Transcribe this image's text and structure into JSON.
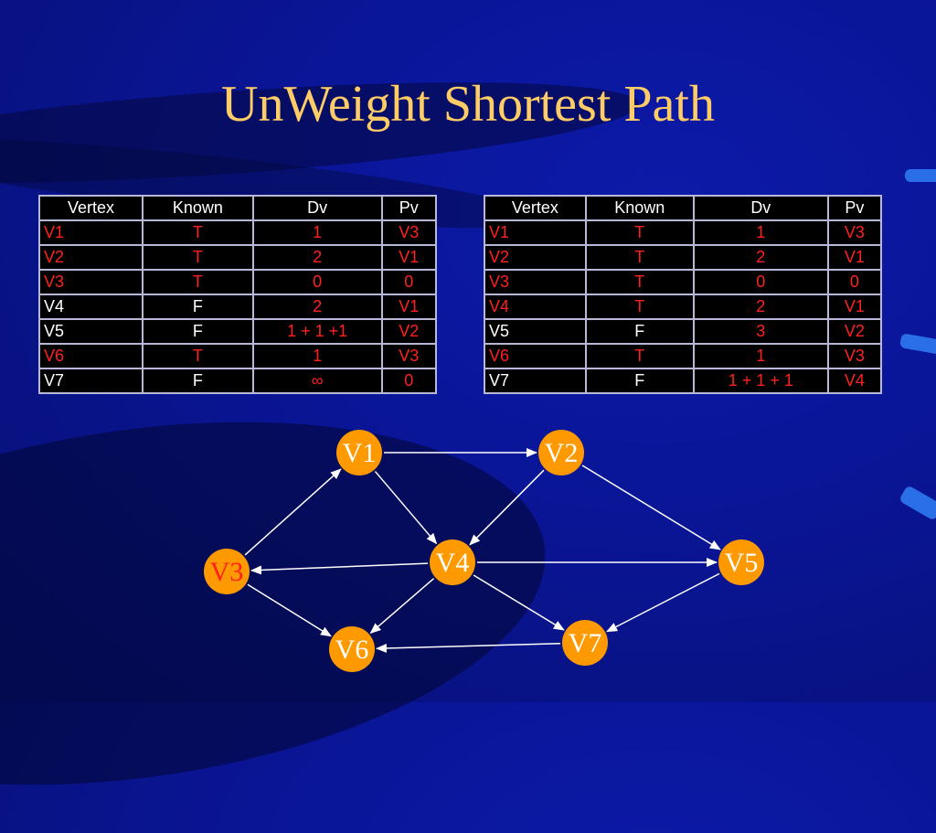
{
  "title": "UnWeight Shortest Path",
  "colors": {
    "title": "#ffcc66",
    "node_fill": "#ff9900",
    "node_text_normal": "#ffffff",
    "node_text_source": "#ff2020",
    "known_red": "#ff2020",
    "unknown_white": "#ffffff"
  },
  "table_left": {
    "headers": [
      "Vertex",
      "Known",
      "Dv",
      "Pv"
    ],
    "rows": [
      {
        "vertex": "V1",
        "known": "T",
        "dv": "1",
        "pv": "V3",
        "vertex_white": false
      },
      {
        "vertex": "V2",
        "known": "T",
        "dv": "2",
        "pv": "V1",
        "vertex_white": false
      },
      {
        "vertex": "V3",
        "known": "T",
        "dv": "0",
        "pv": "0",
        "vertex_white": false
      },
      {
        "vertex": "V4",
        "known": "F",
        "dv": "2",
        "pv": "V1",
        "vertex_white": true
      },
      {
        "vertex": "V5",
        "known": "F",
        "dv": "1 + 1 +1",
        "pv": "V2",
        "vertex_white": true
      },
      {
        "vertex": "V6",
        "known": "T",
        "dv": "1",
        "pv": "V3",
        "vertex_white": false
      },
      {
        "vertex": "V7",
        "known": "F",
        "dv": "∞",
        "pv": "0",
        "vertex_white": true
      }
    ]
  },
  "table_right": {
    "headers": [
      "Vertex",
      "Known",
      "Dv",
      "Pv"
    ],
    "rows": [
      {
        "vertex": "V1",
        "known": "T",
        "dv": "1",
        "pv": "V3",
        "vertex_white": false
      },
      {
        "vertex": "V2",
        "known": "T",
        "dv": "2",
        "pv": "V1",
        "vertex_white": false
      },
      {
        "vertex": "V3",
        "known": "T",
        "dv": "0",
        "pv": "0",
        "vertex_white": false
      },
      {
        "vertex": "V4",
        "known": "T",
        "dv": "2",
        "pv": "V1",
        "vertex_white": false
      },
      {
        "vertex": "V5",
        "known": "F",
        "dv": "3",
        "pv": "V2",
        "vertex_white": true
      },
      {
        "vertex": "V6",
        "known": "T",
        "dv": "1",
        "pv": "V3",
        "vertex_white": false
      },
      {
        "vertex": "V7",
        "known": "F",
        "dv": "1 + 1 + 1",
        "pv": "V4",
        "vertex_white": true
      }
    ]
  },
  "graph": {
    "nodes": [
      {
        "id": "v1",
        "label": "V1",
        "source": false
      },
      {
        "id": "v2",
        "label": "V2",
        "source": false
      },
      {
        "id": "v3",
        "label": "V3",
        "source": true
      },
      {
        "id": "v4",
        "label": "V4",
        "source": false
      },
      {
        "id": "v5",
        "label": "V5",
        "source": false
      },
      {
        "id": "v6",
        "label": "V6",
        "source": false
      },
      {
        "id": "v7",
        "label": "V7",
        "source": false
      }
    ],
    "edges": [
      {
        "from": "v1",
        "to": "v2"
      },
      {
        "from": "v3",
        "to": "v1"
      },
      {
        "from": "v1",
        "to": "v4"
      },
      {
        "from": "v2",
        "to": "v4"
      },
      {
        "from": "v2",
        "to": "v5"
      },
      {
        "from": "v4",
        "to": "v3"
      },
      {
        "from": "v4",
        "to": "v5"
      },
      {
        "from": "v3",
        "to": "v6"
      },
      {
        "from": "v4",
        "to": "v6"
      },
      {
        "from": "v4",
        "to": "v7"
      },
      {
        "from": "v5",
        "to": "v7"
      },
      {
        "from": "v7",
        "to": "v6"
      }
    ]
  }
}
